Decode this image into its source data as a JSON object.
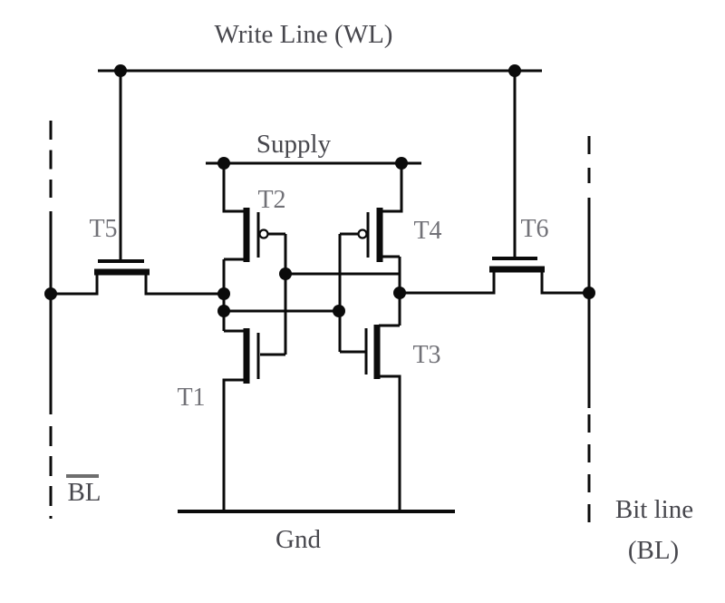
{
  "diagram": {
    "labels": {
      "write_line": "Write Line (WL)",
      "supply": "Supply",
      "ground": "Gnd",
      "bitline_complement": "BL",
      "bitline_right_line1": "Bit line",
      "bitline_right_line2": "(BL)"
    },
    "transistor_labels": {
      "t1": "T1",
      "t2": "T2",
      "t3": "T3",
      "t4": "T4",
      "t5": "T5",
      "t6": "T6"
    },
    "colors": {
      "wire": "#0b0b0b",
      "junction_dot": "#0b0b0b",
      "label": "#47474d",
      "transistor_label": "#717177",
      "overline": "#6e6e6e",
      "background": "#ffffff"
    }
  }
}
